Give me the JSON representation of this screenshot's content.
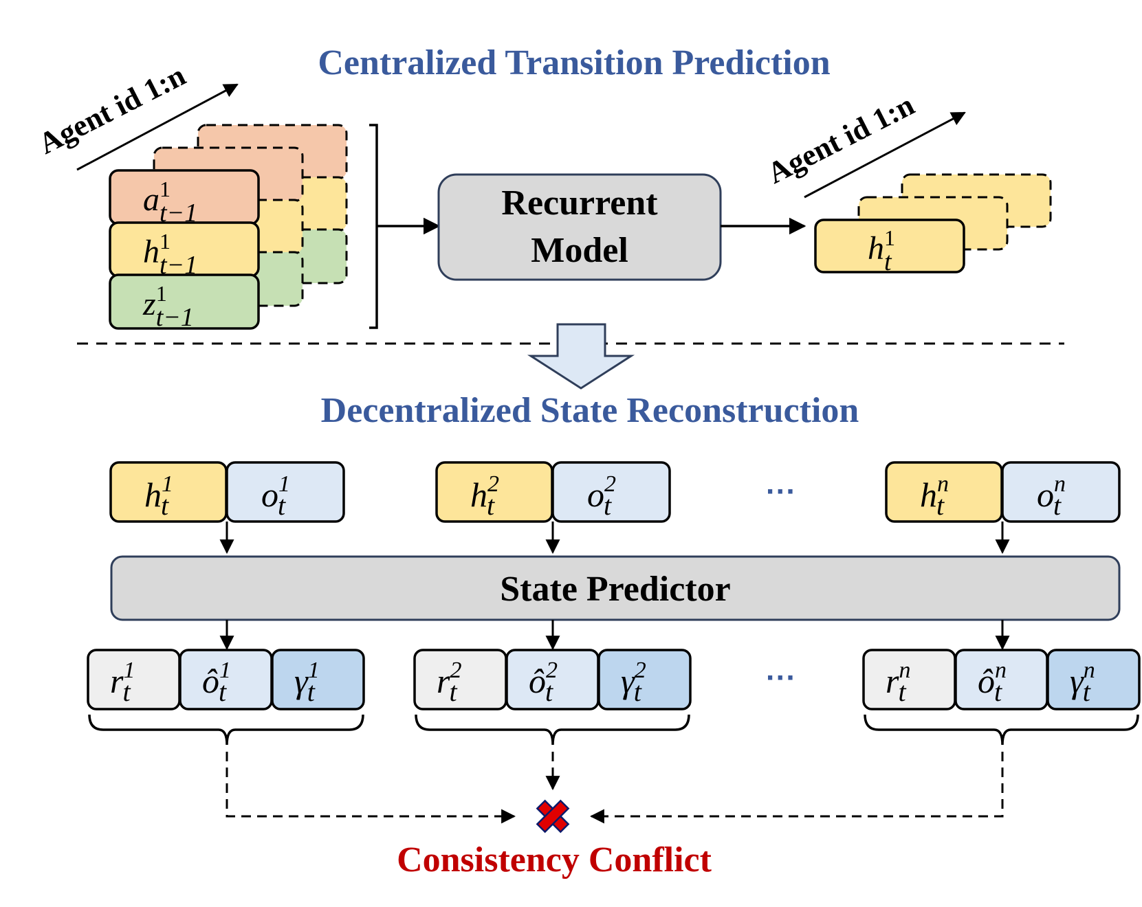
{
  "titles": {
    "top": "Centralized Transition Prediction",
    "bottom": "Decentralized State Reconstruction",
    "conflict": "Consistency Conflict"
  },
  "agent_axis": {
    "label": "Agent id 1:n"
  },
  "inputs": [
    {
      "base": "a",
      "sub": "t−1",
      "sup": "1"
    },
    {
      "base": "h",
      "sub": "t−1",
      "sup": "1"
    },
    {
      "base": "z",
      "sub": "t−1",
      "sup": "1"
    }
  ],
  "recurrent": {
    "line1": "Recurrent",
    "line2": "Model"
  },
  "output": {
    "base": "h",
    "sub": "t",
    "sup": "1"
  },
  "state_predictor": {
    "label": "State Predictor"
  },
  "agents": [
    {
      "sup": "1",
      "h": "h",
      "o": "o",
      "r": "r",
      "ohat": "ô",
      "gamma": "γ",
      "sub": "t"
    },
    {
      "sup": "2",
      "h": "h",
      "o": "o",
      "r": "r",
      "ohat": "ô",
      "gamma": "γ",
      "sub": "t"
    },
    {
      "sup": "n",
      "h": "h",
      "o": "o",
      "r": "r",
      "ohat": "ô",
      "gamma": "γ",
      "sub": "t"
    }
  ],
  "ellipsis": "···",
  "colors": {
    "title_blue": "#3a5a9c",
    "conflict_red": "#c00000",
    "action": "#f5c7aa",
    "hidden": "#fde59a",
    "latent": "#c6e0b4",
    "obs": "#dde8f5",
    "gamma": "#bdd6ee",
    "reward": "#efefef",
    "model_gray": "#d9d9d9",
    "model_border": "#2f3e5a"
  }
}
